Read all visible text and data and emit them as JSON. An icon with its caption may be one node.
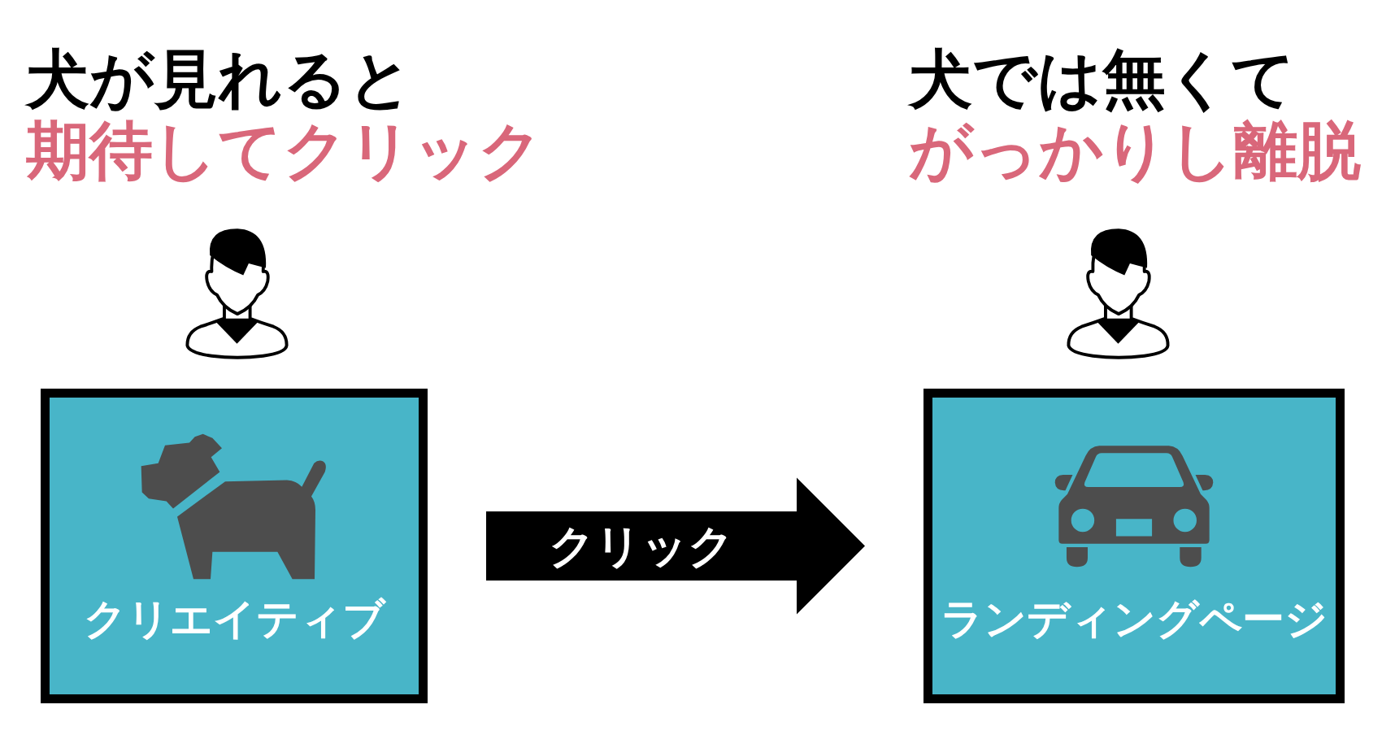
{
  "diagram": {
    "nodes": [
      {
        "text": [
          "クリエイティブ"
        ]
      },
      {
        "text": [
          "ランディングページ"
        ]
      }
    ],
    "edges": [
      {
        "from": 0,
        "to": 1,
        "arrow": "to",
        "label": "クリック",
        "style": "thick"
      }
    ],
    "labels": [
      "犬が見れると",
      "期待してクリック",
      "犬では無くて",
      "がっかりし離脱"
    ]
  }
}
